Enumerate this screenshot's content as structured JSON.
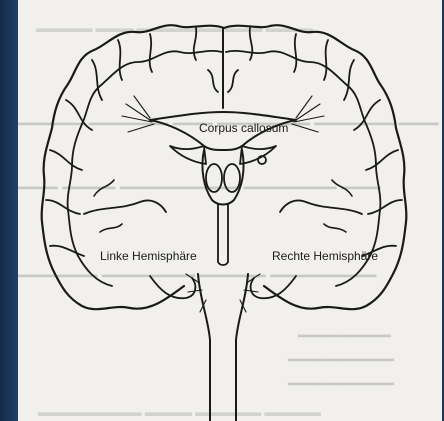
{
  "diagram": {
    "labels": {
      "corpus_callosum": "Corpus callosum",
      "left_hemisphere": "Linke Hemisphäre",
      "right_hemisphere": "Rechte Hemisphäre"
    }
  },
  "colors": {
    "background_panel": "#1d3556",
    "paper": "#f1f0ec",
    "ink": "#1a1a1a"
  }
}
